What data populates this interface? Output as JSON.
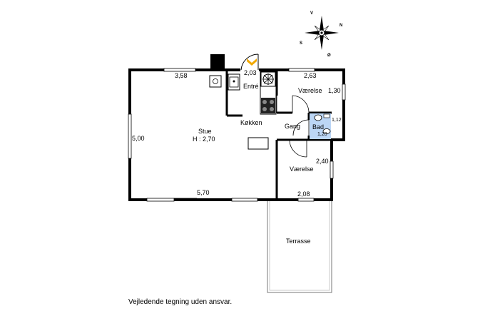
{
  "compass": {
    "north": "N",
    "south": "S",
    "east": "Ø",
    "west": "V"
  },
  "rooms": {
    "stue": "Stue",
    "stue_height": "H : 2,70",
    "kokken": "Køkken",
    "entre": "Entré",
    "gang": "Gang",
    "vaerelse_top": "Værelse",
    "vaerelse_bottom": "Værelse",
    "bad": "Bad",
    "terrasse": "Terrasse"
  },
  "dimensions": {
    "stue_top": "3,58",
    "stue_left": "5,00",
    "stue_bottom": "5,70",
    "entre_width": "2,03",
    "vaerelse_top_width": "2,63",
    "vaerelse_top_depth": "1,30",
    "bad_width": "1,12",
    "bad_depth": "1,20",
    "vaerelse_bottom_depth": "2,40",
    "vaerelse_bottom_width": "2,08"
  },
  "colors": {
    "wall": "#000000",
    "bath_fill": "#bcd6f5",
    "entry_marker": "#f2a900"
  },
  "footer": {
    "disclaimer": "Vejledende tegning uden ansvar."
  }
}
